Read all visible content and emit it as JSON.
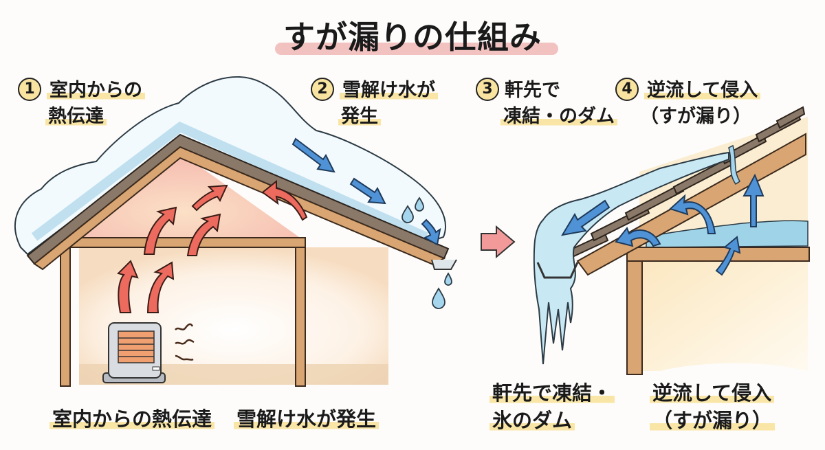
{
  "title": "すが漏りの仕組み",
  "steps": [
    {
      "num": "1",
      "line1": "室内からの",
      "line2": "熱伝達"
    },
    {
      "num": "2",
      "line1": "雪解け水が",
      "line2": "発生"
    },
    {
      "num": "3",
      "line1": "軒先で",
      "line2": "凍結・のダム"
    },
    {
      "num": "4",
      "line1": "逆流して侵入",
      "line2": "（すが漏り）"
    }
  ],
  "captions": {
    "heat": "室内からの熱伝達",
    "melt": "雪解け水が発生",
    "dam_line1": "軒先で凍結・",
    "dam_line2": "氷のダム",
    "leak_line1": "逆流して侵入",
    "leak_line2": "（すが漏り）"
  },
  "colors": {
    "snow": "#dcefF7",
    "heat_arrow": "#ec6b5e",
    "water_arrow": "#4f93d6",
    "wood": "#d9a572",
    "roof_tile": "#7a6a5c",
    "warm_attic": "#f8c8b8",
    "highlight": "#f9e6a6",
    "transition_arrow": "#f29a9a"
  }
}
